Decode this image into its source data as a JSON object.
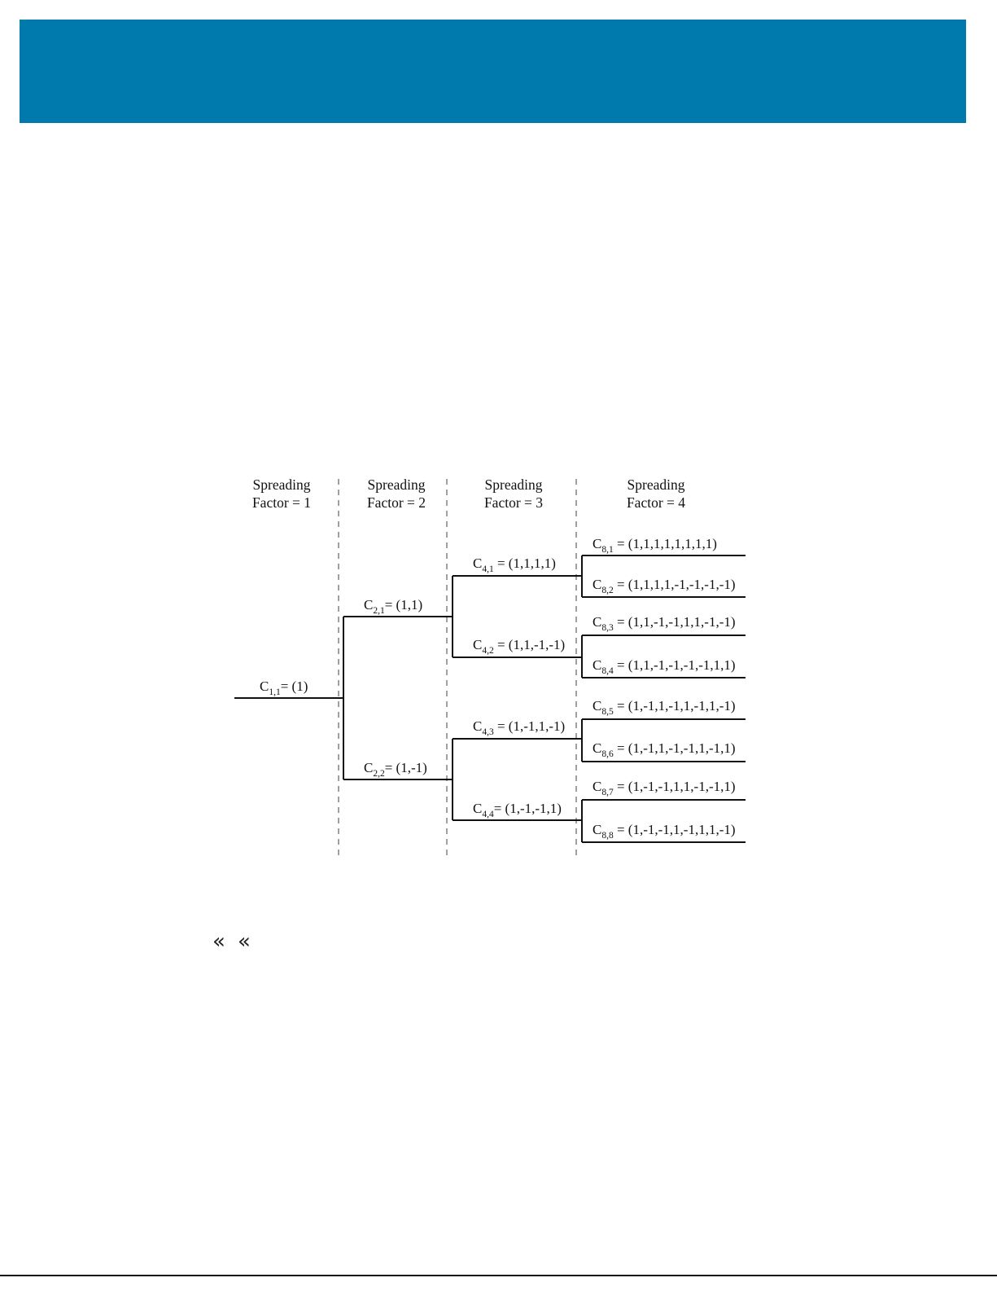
{
  "header": {
    "color": "#0079ad"
  },
  "columns": [
    {
      "line1": "Spreading",
      "line2": "Factor = 1"
    },
    {
      "line1": "Spreading",
      "line2": "Factor = 2"
    },
    {
      "line1": "Spreading",
      "line2": "Factor = 3"
    },
    {
      "line1": "Spreading",
      "line2": "Factor = 4"
    }
  ],
  "codes": [
    {
      "base": "C",
      "sub": "1,1",
      "eq": "= (1)"
    },
    {
      "base": "C",
      "sub": "2,1",
      "eq": "= (1,1)"
    },
    {
      "base": "C",
      "sub": "2,2",
      "eq": "= (1,-1)"
    },
    {
      "base": "C",
      "sub": "4,1",
      "eq": " = (1,1,1,1)"
    },
    {
      "base": "C",
      "sub": "4,2",
      "eq": " = (1,1,-1,-1)"
    },
    {
      "base": "C",
      "sub": "4,3",
      "eq": " = (1,-1,1,-1)"
    },
    {
      "base": "C",
      "sub": "4,4",
      "eq": "= (1,-1,-1,1)"
    },
    {
      "base": "C",
      "sub": "8,1",
      "eq": " = (1,1,1,1,1,1,1,1)"
    },
    {
      "base": "C",
      "sub": "8,2",
      "eq": " = (1,1,1,1,-1,-1,-1,-1)"
    },
    {
      "base": "C",
      "sub": "8,3",
      "eq": " = (1,1,-1,-1,1,1,-1,-1)"
    },
    {
      "base": "C",
      "sub": "8,4",
      "eq": " = (1,1,-1,-1,-1,-1,1,1)"
    },
    {
      "base": "C",
      "sub": "8,5",
      "eq": " = (1,-1,1,-1,1,-1,1,-1)"
    },
    {
      "base": "C",
      "sub": "8,6",
      "eq": " = (1,-1,1,-1,-1,1,-1,1)"
    },
    {
      "base": "C",
      "sub": "8,7",
      "eq": " = (1,-1,-1,1,1,-1,-1,1)"
    },
    {
      "base": "C",
      "sub": "8,8",
      "eq": " = (1,-1,-1,1,-1,1,1,-1)"
    }
  ],
  "nav": {
    "glyph_1": "«",
    "glyph_2": "«"
  }
}
